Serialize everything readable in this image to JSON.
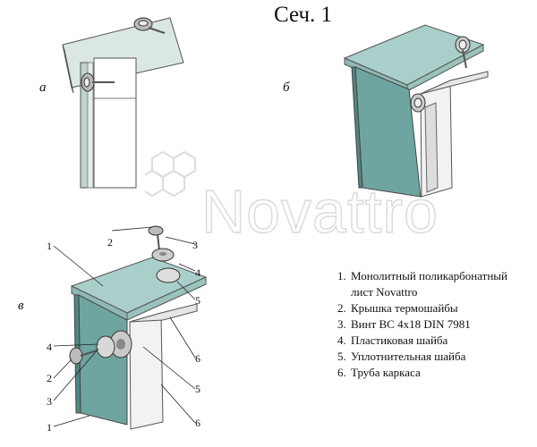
{
  "title": "Сеч. 1",
  "views": {
    "a": "а",
    "b": "б",
    "v": "в"
  },
  "watermark": "Novattro",
  "legend": [
    "Монолитный поликарбонатный лист Novattro",
    "Крышка термошайбы",
    "Винт ВС 4х18 DIN 7981",
    "Пластиковая шайба",
    "Уплотнительная шайба",
    "Труба каркаса"
  ],
  "callouts": [
    "1",
    "2",
    "3",
    "4",
    "5",
    "6",
    "4",
    "2",
    "3",
    "1",
    "5",
    "6"
  ],
  "colors": {
    "glass": "#a8ccc8",
    "glass_dark": "#7fa9a6",
    "frame": "#d8dbdb",
    "frame_dark": "#9aa0a2",
    "line": "#333333"
  }
}
